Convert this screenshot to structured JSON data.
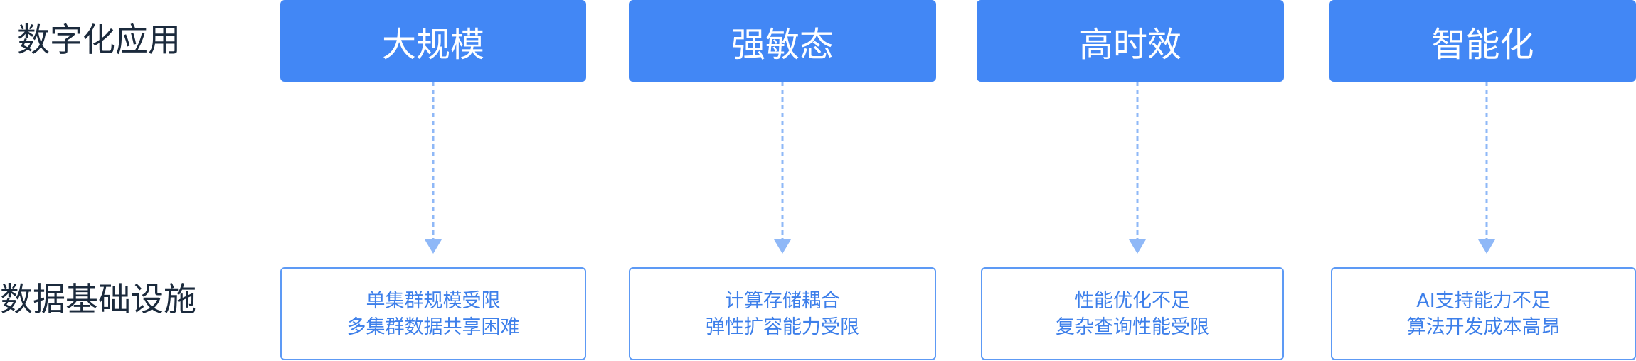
{
  "rows": {
    "top_label": "数字化应用",
    "bottom_label": "数据基础设施"
  },
  "columns": [
    {
      "title": "大规模",
      "lines": [
        "单集群规模受限",
        "多集群数据共享困难"
      ]
    },
    {
      "title": "强敏态",
      "lines": [
        "计算存储耦合",
        "弹性扩容能力受限"
      ]
    },
    {
      "title": "高时效",
      "lines": [
        "性能优化不足",
        "复杂查询性能受限"
      ]
    },
    {
      "title": "智能化",
      "lines": [
        "AI支持能力不足",
        "算法开发成本高昂"
      ]
    }
  ],
  "colors": {
    "title_box": "#4287f5",
    "title_text": "#ffffff",
    "border": "#5d9af5",
    "issue_text": "#3d7fea",
    "arrow": "#8fb8f7",
    "row_label": "#1b2a3c"
  }
}
